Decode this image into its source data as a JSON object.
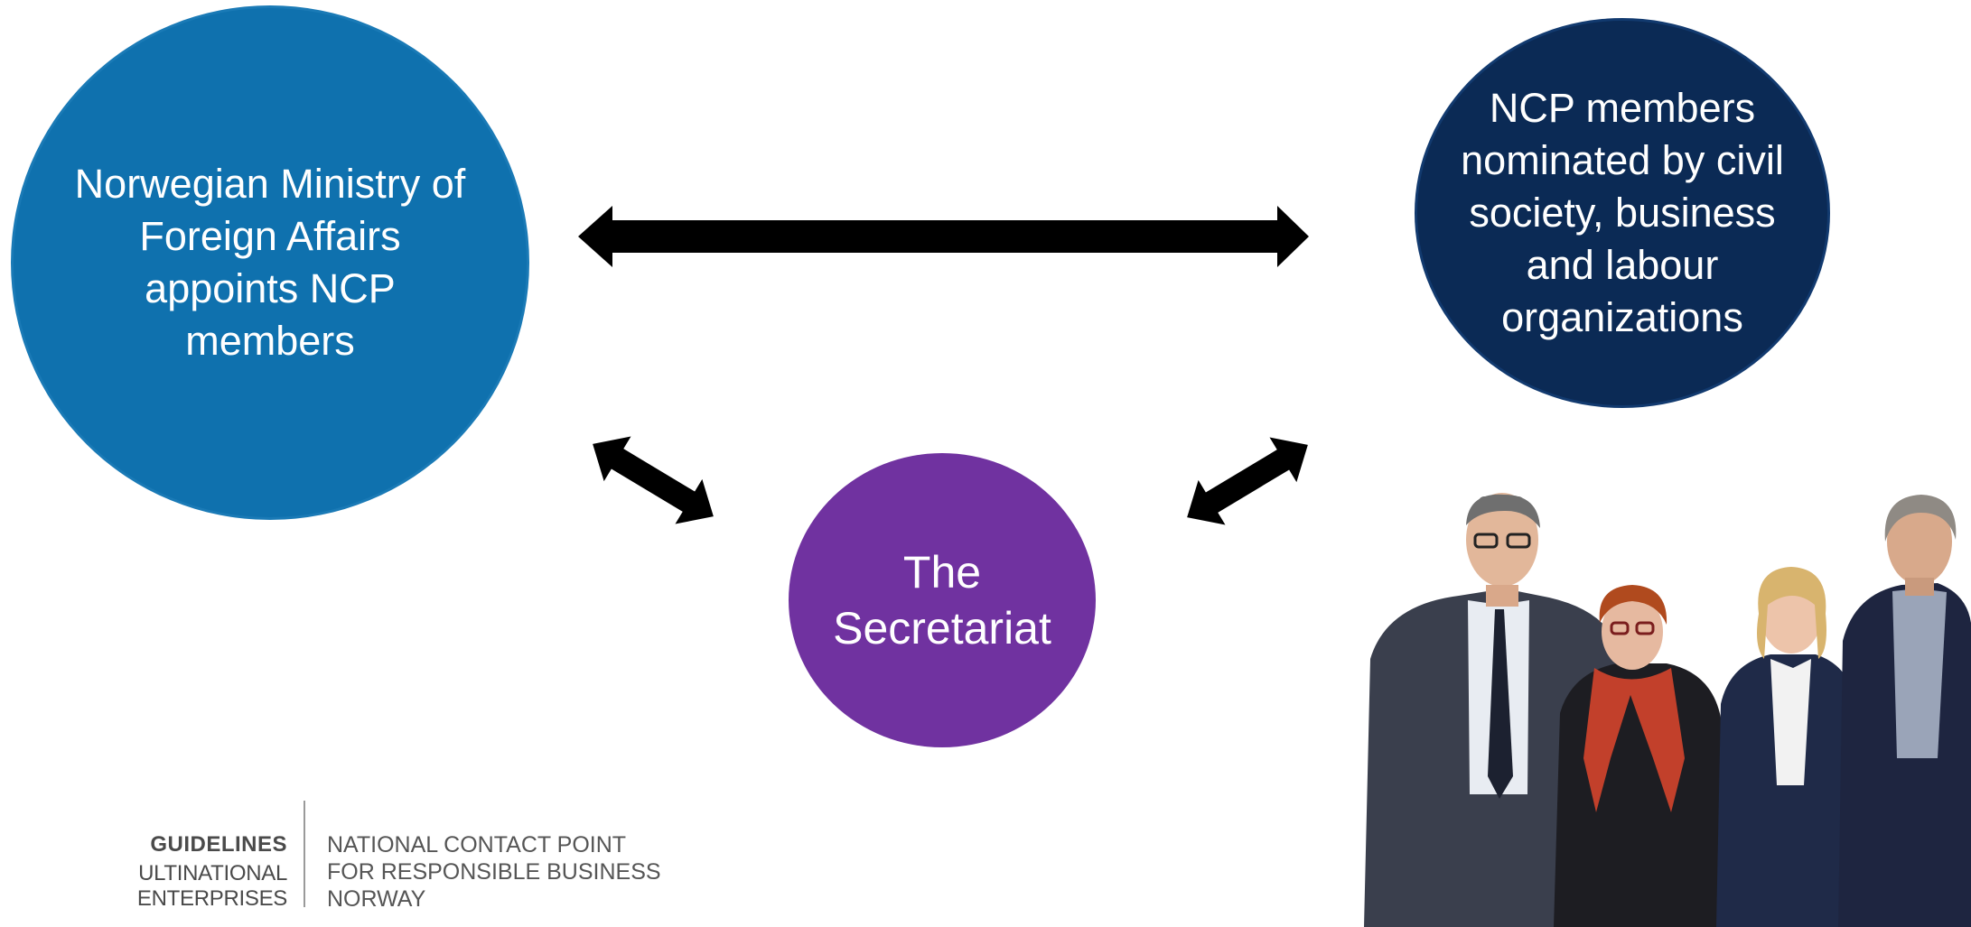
{
  "diagram": {
    "ministry": {
      "text": "Norwegian Ministry of\nForeign Affairs\nappoints NCP\nmembers",
      "color": "#0f71ae"
    },
    "members": {
      "text": "NCP members\nnominated by civil\nsociety, business\nand labour\norganizations",
      "color": "#0b2a55"
    },
    "secretariat": {
      "text": "The\nSecretariat",
      "color": "#7032a0"
    },
    "arrow_color": "#000000"
  },
  "footer": {
    "oecd_line1": "GUIDELINES",
    "oecd_line2": "ULTINATIONAL ENTERPRISES",
    "ncp_line1": "NATIONAL CONTACT POINT",
    "ncp_line2": "FOR RESPONSIBLE BUSINESS",
    "ncp_line3": "NORWAY"
  },
  "photo": {
    "subject": "four-people-group-photo"
  }
}
